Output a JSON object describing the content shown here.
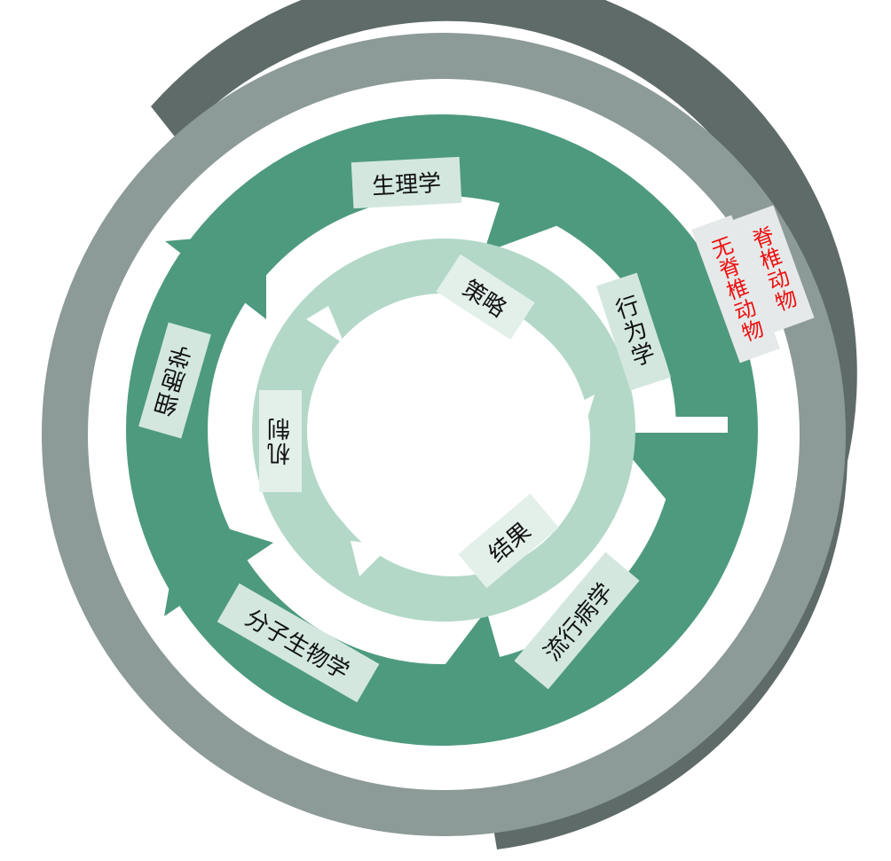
{
  "diagram": {
    "colors": {
      "outer_dark": "#5f6b69",
      "outer_light": "#8c9a98",
      "green_ring": "#4e9a7e",
      "inner_ring": "#b3d8c8",
      "label_bg": "#d3e7df",
      "red_text": "#ee1111"
    },
    "outer_labels": {
      "vertebrate": "脊椎动物",
      "invertebrate": "无脊椎动物"
    },
    "green_cycle": [
      {
        "label": "生理学"
      },
      {
        "label": "行为学"
      },
      {
        "label": "流行病学"
      },
      {
        "label": "分子生物学"
      },
      {
        "label": "细胞学"
      }
    ],
    "inner_cycle": [
      {
        "label": "策略"
      },
      {
        "label": "结果"
      },
      {
        "label": "机制"
      }
    ]
  }
}
